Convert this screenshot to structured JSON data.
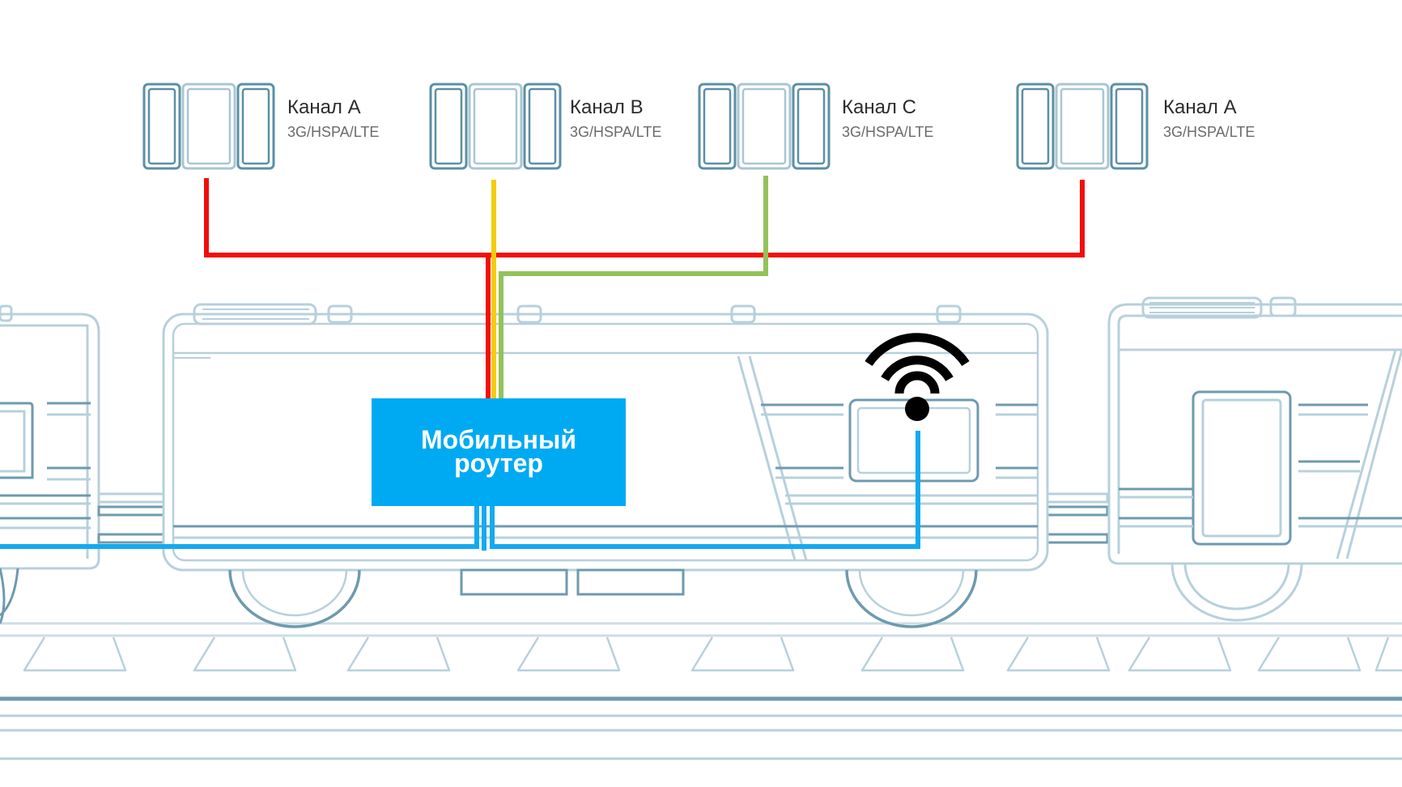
{
  "channels": [
    {
      "label": "Канал А",
      "sublabel": "3G/HSPA/LTE"
    },
    {
      "label": "Канал B",
      "sublabel": "3G/HSPA/LTE"
    },
    {
      "label": "Канал C",
      "sublabel": "3G/HSPA/LTE"
    },
    {
      "label": "Канал А",
      "sublabel": "3G/HSPA/LTE"
    }
  ],
  "router": {
    "line1": "Мобильный",
    "line2": "роутер"
  },
  "colors": {
    "link_red": "#f20d0d",
    "link_yellow": "#f5cc0a",
    "link_green": "#93c25a",
    "link_blue": "#14aaf0",
    "router_fill": "#00aaf2",
    "modem_dark": "#5b8fa5",
    "modem_light": "#a9c6d3",
    "train_dark": "#6e9aaf",
    "train_light": "#b7d0dc"
  },
  "icons": {
    "wifi": "wifi-icon",
    "modem": "modem-icon"
  }
}
